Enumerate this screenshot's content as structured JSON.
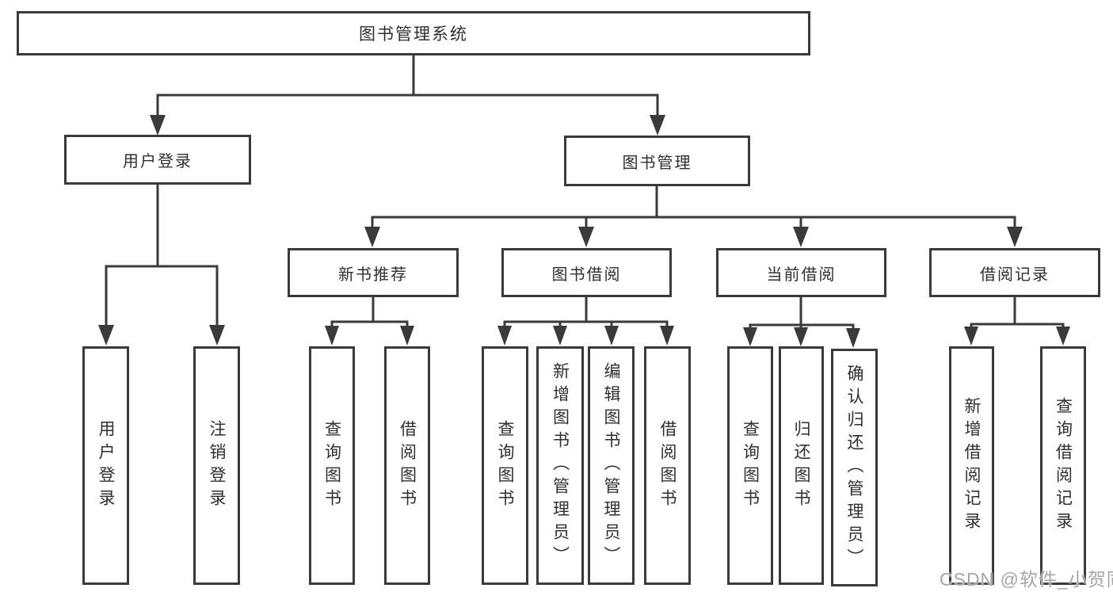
{
  "root": {
    "label": "图书管理系统"
  },
  "login": {
    "label": "用户登录",
    "children": [
      "用户登录",
      "注销登录"
    ]
  },
  "management": {
    "label": "图书管理",
    "children": [
      {
        "label": "新书推荐",
        "children": [
          "查询图书",
          "借阅图书"
        ]
      },
      {
        "label": "图书借阅",
        "children": [
          "查询图书",
          "新增图书（管理员）",
          "编辑图书（管理员）",
          "借阅图书"
        ]
      },
      {
        "label": "当前借阅",
        "children": [
          "查询图书",
          "归还图书",
          "确认归还（管理员）"
        ]
      },
      {
        "label": "借阅记录",
        "children": [
          "新增借阅记录",
          "查询借阅记录"
        ]
      }
    ]
  },
  "watermark": "CSDN @软件_小贺同学",
  "colors": {
    "line": "#3a3a3a",
    "text": "#2f2f2f",
    "watermark": "#a6a6a6",
    "background": "#ffffff"
  }
}
